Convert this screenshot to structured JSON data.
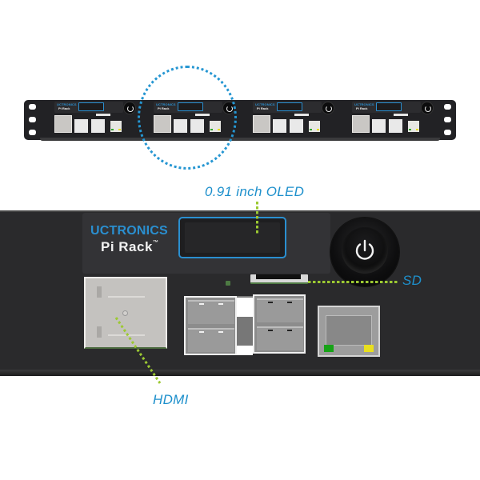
{
  "brand": {
    "company": "UCTRONICS",
    "product": "Pi Rack",
    "trademark": "™"
  },
  "overview": {
    "unit_count": 4,
    "highlighted_unit_index": 1,
    "highlight_color": "#2596d2"
  },
  "callouts": {
    "oled": "0.91 inch OLED",
    "sd": "SD",
    "hdmi": "HDMI"
  },
  "colors": {
    "accent_blue": "#1e90cc",
    "leader_line_green": "#9cc932",
    "panel_dark": "#2a2a2c",
    "led_green": "#17a317",
    "led_yellow": "#e8df1e"
  },
  "icons": {
    "power_button": "power-icon"
  }
}
